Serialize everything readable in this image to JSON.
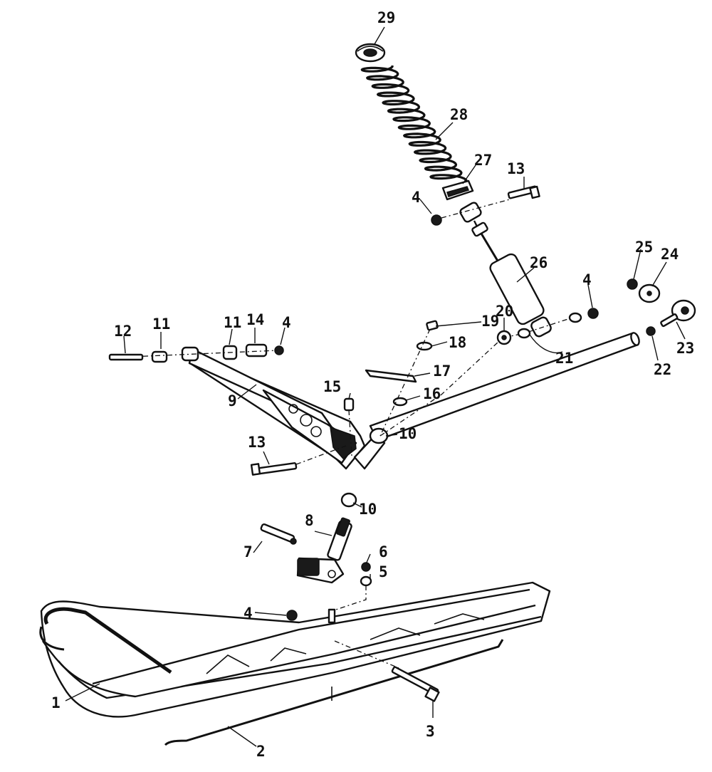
{
  "callouts": [
    {
      "id": "p1",
      "text": "1"
    },
    {
      "id": "p2",
      "text": "2"
    },
    {
      "id": "p3",
      "text": "3"
    },
    {
      "id": "p4a",
      "text": "4"
    },
    {
      "id": "p4b",
      "text": "4"
    },
    {
      "id": "p4c",
      "text": "4"
    },
    {
      "id": "p4d",
      "text": "4"
    },
    {
      "id": "p5",
      "text": "5"
    },
    {
      "id": "p6",
      "text": "6"
    },
    {
      "id": "p7",
      "text": "7"
    },
    {
      "id": "p8",
      "text": "8"
    },
    {
      "id": "p9",
      "text": "9"
    },
    {
      "id": "p10a",
      "text": "10"
    },
    {
      "id": "p10b",
      "text": "10"
    },
    {
      "id": "p11a",
      "text": "11"
    },
    {
      "id": "p11b",
      "text": "11"
    },
    {
      "id": "p12",
      "text": "12"
    },
    {
      "id": "p13a",
      "text": "13"
    },
    {
      "id": "p13b",
      "text": "13"
    },
    {
      "id": "p14",
      "text": "14"
    },
    {
      "id": "p15",
      "text": "15"
    },
    {
      "id": "p16",
      "text": "16"
    },
    {
      "id": "p17",
      "text": "17"
    },
    {
      "id": "p18",
      "text": "18"
    },
    {
      "id": "p19",
      "text": "19"
    },
    {
      "id": "p20",
      "text": "20"
    },
    {
      "id": "p21",
      "text": "21"
    },
    {
      "id": "p22",
      "text": "22"
    },
    {
      "id": "p23",
      "text": "23"
    },
    {
      "id": "p24",
      "text": "24"
    },
    {
      "id": "p25",
      "text": "25"
    },
    {
      "id": "p26",
      "text": "26"
    },
    {
      "id": "p27",
      "text": "27"
    },
    {
      "id": "p28",
      "text": "28"
    },
    {
      "id": "p29",
      "text": "29"
    }
  ]
}
